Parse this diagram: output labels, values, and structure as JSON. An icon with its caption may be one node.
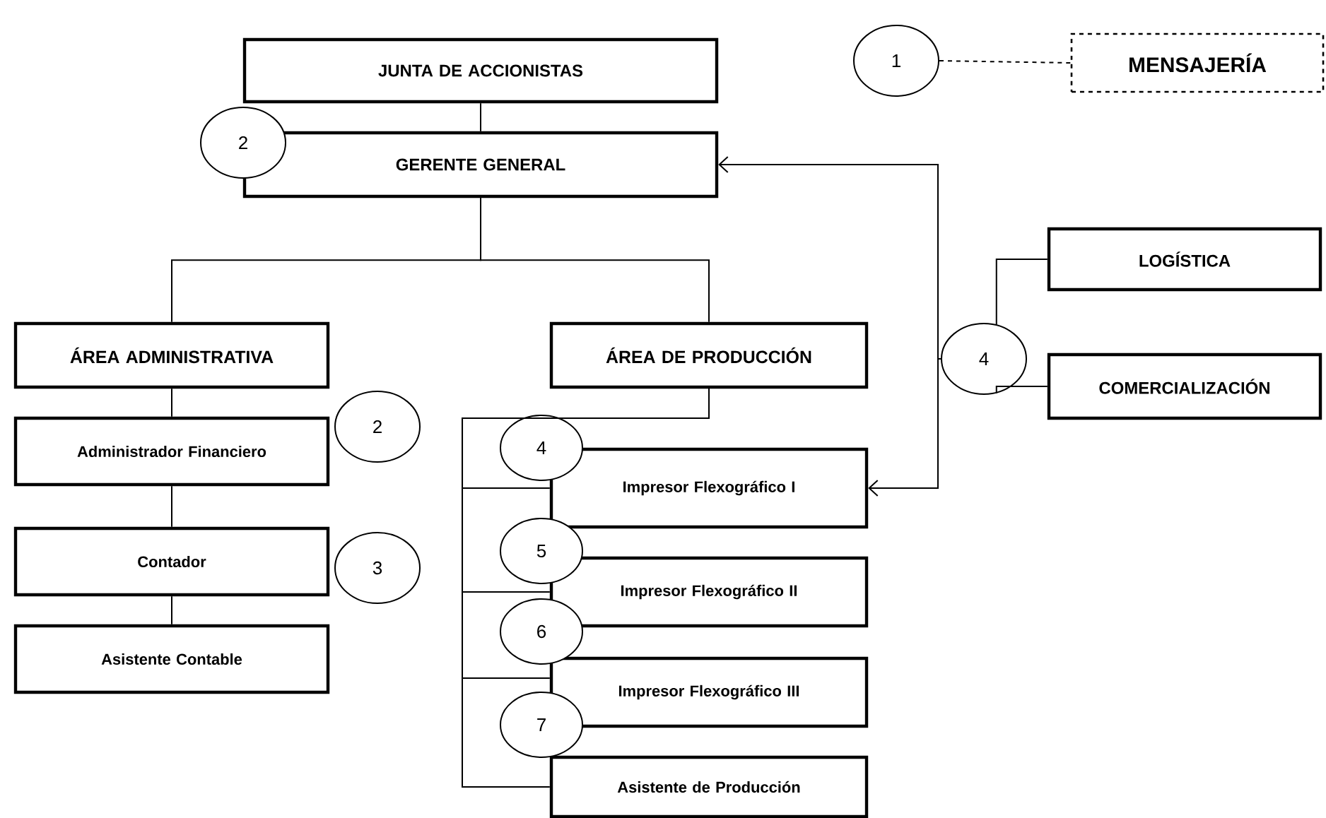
{
  "diagram": {
    "nodes": [
      {
        "text": [
          "JUNTA DE ACCIONISTAS"
        ]
      },
      {
        "text": [
          "GERENTE GENERAL"
        ]
      },
      {
        "text": [
          "ÁREA ADMINISTRATIVA"
        ]
      },
      {
        "text": [
          "ÁREA DE PRODUCCIÓN"
        ]
      },
      {
        "text": [
          "Administrador Financiero"
        ]
      },
      {
        "text": [
          "Contador"
        ]
      },
      {
        "text": [
          "Asistente Contable"
        ]
      },
      {
        "text": [
          "Impresor Flexográfico I"
        ]
      },
      {
        "text": [
          "Impresor Flexográfico II"
        ]
      },
      {
        "text": [
          "Impresor Flexográfico III"
        ]
      },
      {
        "text": [
          "Asistente de Producción"
        ]
      },
      {
        "text": [
          "LOGÍSTICA"
        ]
      },
      {
        "text": [
          "COMERCIALIZACIÓN"
        ]
      },
      {
        "text": [
          "MENSAJERÍA"
        ]
      },
      {
        "text": [
          "1"
        ]
      },
      {
        "text": [
          "2"
        ]
      },
      {
        "text": [
          "2"
        ]
      },
      {
        "text": [
          "3"
        ]
      },
      {
        "text": [
          "4"
        ]
      },
      {
        "text": [
          "5"
        ]
      },
      {
        "text": [
          "6"
        ]
      },
      {
        "text": [
          "7"
        ]
      },
      {
        "text": [
          "4"
        ]
      }
    ],
    "edges": [
      {
        "from": 0,
        "to": 1,
        "arrow": "none"
      },
      {
        "from": 1,
        "to": 2,
        "arrow": "none"
      },
      {
        "from": 1,
        "to": 3,
        "arrow": "none"
      },
      {
        "from": 2,
        "to": 4,
        "arrow": "none"
      },
      {
        "from": 4,
        "to": 5,
        "arrow": "none"
      },
      {
        "from": 5,
        "to": 6,
        "arrow": "none"
      },
      {
        "from": 3,
        "to": 7,
        "arrow": "none"
      },
      {
        "from": 3,
        "to": 8,
        "arrow": "none"
      },
      {
        "from": 3,
        "to": 9,
        "arrow": "none"
      },
      {
        "from": 3,
        "to": 10,
        "arrow": "none"
      },
      {
        "from": 22,
        "to": 1,
        "arrow": "to"
      },
      {
        "from": 22,
        "to": 7,
        "arrow": "to"
      },
      {
        "from": 22,
        "to": 11,
        "arrow": "none"
      },
      {
        "from": 22,
        "to": 12,
        "arrow": "none"
      },
      {
        "from": 14,
        "to": 13,
        "arrow": "none",
        "style": "dashed"
      }
    ]
  }
}
